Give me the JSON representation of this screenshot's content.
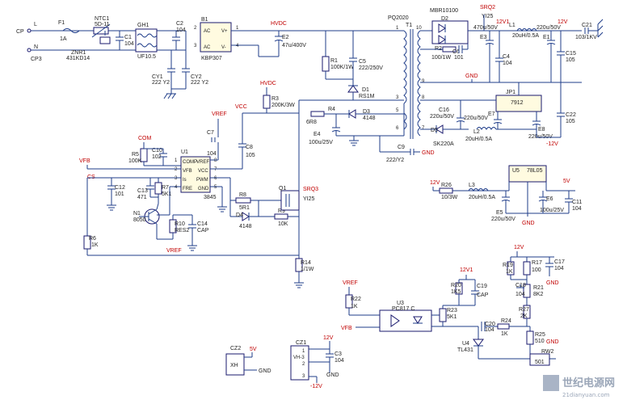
{
  "net_labels": {
    "cp": "CP",
    "cp3": "CP3",
    "l": "L",
    "n": "N",
    "hvdc_top": "HVDC",
    "hvdc_mid": "HVDC",
    "vcc": "VCC",
    "vref1": "VREF",
    "com": "COM",
    "vfb1": "VFB",
    "cs": "CS",
    "vref2": "VREF",
    "srq2": "SRQ2",
    "srq3": "SRQ3",
    "v12v1_top": "12V1",
    "v12_top": "12V",
    "gnd_t": "GND",
    "m12v": "-12V",
    "gnd_c9": "GND",
    "v12_u5": "12V",
    "v5_u5": "5V",
    "gnd_u5": "GND",
    "v12v1_u3": "12V1",
    "vref3": "VREF",
    "vfb2": "VFB",
    "v12_r19": "12V",
    "gnd_c17": "GND",
    "gnd_r25": "GND",
    "cz2_5v": "5V",
    "cz2_gnd": "GND",
    "cz1_12v": "12V",
    "cz1_gnd": "GND",
    "cz1_m12v": "-12V"
  },
  "components": {
    "f1": "F1",
    "f1v": "1A",
    "ntc1": "NTC1",
    "ntc1v": "5D-11",
    "znr1": "ZNR1",
    "znr1v": "431KD14",
    "c1": "C1",
    "c1v": "104",
    "gh1": "GH1",
    "gh1v": "UF10.5",
    "c2": "C2",
    "c2v": "104",
    "cy1": "CY1",
    "cy1v": "222 Y2",
    "cy2": "CY2",
    "cy2v": "222 Y2",
    "b1": "B1",
    "b1v": "KBP307",
    "b1_ac1": "AC",
    "b1_ac2": "AC",
    "b1_vp": "V+",
    "b1_vm": "V-",
    "e2": "E2",
    "e2v": "47u/400V",
    "r1": "R1",
    "r1v": "100K/1W",
    "c5": "C5",
    "c5v": "222/250V",
    "d1": "D1",
    "d1v": "RS1M",
    "t1": "T1",
    "t1v": "PQ2020",
    "r3": "R3",
    "r3v": "200K/3W",
    "r4": "R4",
    "r4v": "6R8",
    "d3": "D3",
    "d3v": "4148",
    "e4": "E4",
    "e4v": "100u/25V",
    "c7": "C7",
    "c7v": "104",
    "c8": "C8",
    "c8v": "105",
    "c9": "C9",
    "c9v": "222/Y2",
    "r5": "R5",
    "r5v": "100K",
    "c10": "C10",
    "c10v": "102",
    "u1": "U1",
    "u1v": "3845",
    "u1_p1": "COMP",
    "u1_p2": "VFB",
    "u1_p3": "Is",
    "u1_p4": "FRE",
    "u1_p8": "VREF",
    "u1_p7": "VCC",
    "u1_p6": "PWM",
    "u1_p5": "GND",
    "c12": "C12",
    "c12v": "101",
    "c13": "C13",
    "c13v": "471",
    "r7": "R7",
    "r7v": "5K1",
    "n1": "N1",
    "n1v": "8050",
    "r10": "R10",
    "r10v": "RES2",
    "c14": "C14",
    "c14v": "CAP",
    "r6": "R6",
    "r6v": "1K",
    "r8": "R8",
    "r8v": "5R1",
    "d4": "D4",
    "d4v": "4148",
    "r9": "R9",
    "r9v": "10K",
    "q1": "Q1",
    "q1v": "YI25",
    "r14": "R14",
    "r14v": "1/1W",
    "d2": "D2",
    "d2v": "MBR10100",
    "q2v": "YI25",
    "r2": "R2",
    "r2v": "100/1W",
    "c6": "C6",
    "c6v": "101",
    "e3": "E3",
    "e3v": "470u/50V",
    "c4": "C4",
    "c4v": "104",
    "l1": "L1",
    "l1v": "20uH/0.5A",
    "e1": "E1",
    "e1v": "220u/50V",
    "c15": "C15",
    "c15v": "105",
    "c21": "C21",
    "c21v": "103/1KV",
    "c22": "C22",
    "c22v": "105",
    "jp1": "JP1",
    "u7912": "7912",
    "c16": "C16",
    "c16v": "220u/50V",
    "e7": "E7",
    "e7v": "220u/50V",
    "d5": "D5",
    "d5v": "SK220A",
    "l2": "L2",
    "l2v": "20uH/0.5A",
    "e8": "E8",
    "e8v": "220u/50V",
    "u5": "U5",
    "u5v": "78L05",
    "r26": "R26",
    "r26v": "10/3W",
    "l3": "L3",
    "l3v": "20uH/0.5A",
    "e5": "E5",
    "e5v": "220u/50V",
    "e6": "E6",
    "e6v": "100u/25V",
    "c11": "C11",
    "c11v": "104",
    "u3": "U3",
    "u3v": "PC817 C",
    "r20": "R20",
    "r20v": "1K5",
    "c19": "C19",
    "c19v": "CAP",
    "r22": "R22",
    "r22v": "1K",
    "r23": "R23",
    "r23v": "5K1",
    "c20": "C20",
    "c20v": "104",
    "r24": "R24",
    "r24v": "1K",
    "u4": "U4",
    "u4v": "TL431",
    "r19": "R19",
    "r19v": "1K",
    "r17": "R17",
    "r17v": "100",
    "c17": "C17",
    "c17v": "104",
    "c18": "C18",
    "c18v": "104",
    "r21": "R21",
    "r21v": "8K2",
    "r27": "R27",
    "r27v": "2K",
    "r25": "R25",
    "r25v": "510",
    "rw2": "RW2",
    "rw2v": "501",
    "cz2": "CZ2",
    "cz2v": "XH",
    "cz1": "CZ1",
    "cz1v": "VH-3",
    "c3": "C3",
    "c3v": "104"
  },
  "watermark": {
    "title": "世纪电源网",
    "url": "21dianyuan.com"
  },
  "colors": {
    "wire": "#1f3d8a",
    "net_label": "#c00000",
    "ic_fill": "#fffbe0"
  }
}
